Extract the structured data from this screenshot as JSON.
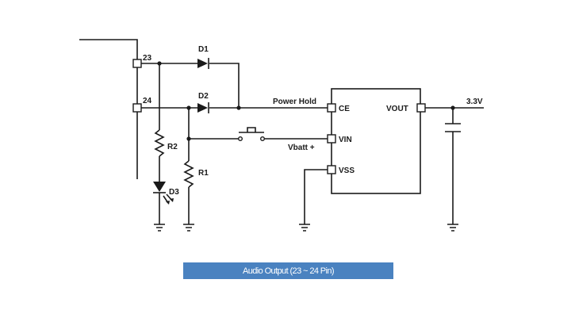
{
  "labels": {
    "pin_23": "23",
    "pin_24": "24",
    "d1": "D1",
    "d2": "D2",
    "d3": "D3",
    "r1": "R1",
    "r2": "R2",
    "power_hold": "Power Hold",
    "vbatt": "Vbatt +",
    "ce": "CE",
    "vin": "VIN",
    "vss": "VSS",
    "vout": "VOUT",
    "v33": "3.3V"
  },
  "caption": "Audio Output  (23 ~ 24 Pin)"
}
